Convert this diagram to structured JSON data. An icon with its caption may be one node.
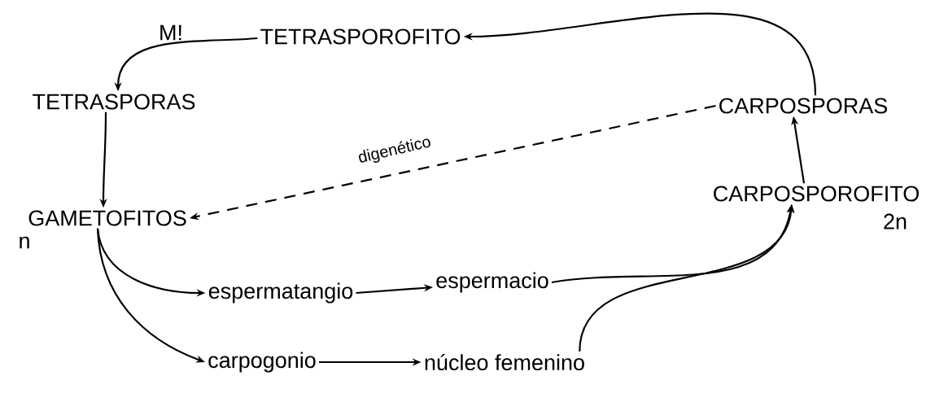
{
  "diagram": {
    "nodes": [
      {
        "text": [
          "TETRASPOROFITO"
        ]
      },
      {
        "text": [
          "TETRASPORAS"
        ]
      },
      {
        "text": [
          "CARPOSPORAS"
        ]
      },
      {
        "text": [
          "GAMETOFITOS"
        ],
        "beside": [
          "n"
        ]
      },
      {
        "text": [
          "CARPOSPOROFITO"
        ],
        "beside": [
          "2n"
        ]
      },
      {
        "text": [
          "espermatangio"
        ]
      },
      {
        "text": [
          "espermacio"
        ]
      },
      {
        "text": [
          "carpogonio"
        ]
      },
      {
        "text": [
          "núcleo femenino"
        ]
      }
    ],
    "edges": [
      {
        "from": 0,
        "to": 1,
        "arrow": "to"
      },
      {
        "from": 1,
        "to": 3,
        "arrow": "to"
      },
      {
        "from": 2,
        "to": 3,
        "arrow": "to",
        "style": "dashed",
        "label": "digenético"
      },
      {
        "from": 4,
        "to": 2,
        "arrow": "to"
      },
      {
        "from": 2,
        "to": 0,
        "arrow": "to"
      },
      {
        "from": 3,
        "to": 5,
        "arrow": "to"
      },
      {
        "from": 3,
        "to": 7,
        "arrow": "to"
      },
      {
        "from": 5,
        "to": 6,
        "arrow": "to"
      },
      {
        "from": 6,
        "to": 4,
        "arrow": "to"
      },
      {
        "from": 7,
        "to": 8,
        "arrow": "to"
      },
      {
        "from": 8,
        "to": 4,
        "arrow": "to"
      }
    ],
    "labels": [
      "M!"
    ]
  }
}
